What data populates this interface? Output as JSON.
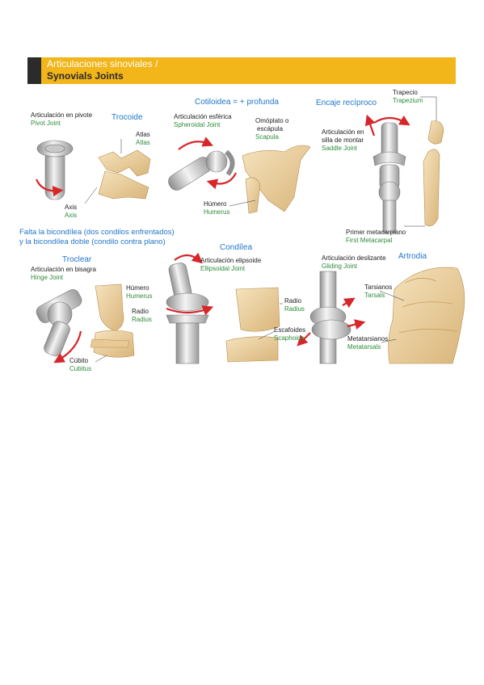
{
  "banner": {
    "title_es": "Articulaciones sinoviales /",
    "title_en": "Synovials Joints"
  },
  "joints": {
    "pivot": {
      "es": "Articulación en pivote",
      "en": "Pivot Joint"
    },
    "atlas": {
      "es": "Atlas",
      "en": "Atlas"
    },
    "axis": {
      "es": "Axis",
      "en": "Axis"
    },
    "spheroidal": {
      "es": "Articulación esférica",
      "en": "Spheroidal Joint"
    },
    "scapula": {
      "es1": "Omóplato o",
      "es2": "escápula",
      "en": "Scapula"
    },
    "humerus1": {
      "es": "Húmero",
      "en": "Humerus"
    },
    "saddle": {
      "es1": "Articulación en",
      "es2": "silla de montar",
      "en": "Saddle Joint"
    },
    "trapezium": {
      "es": "Trapecio",
      "en": "Trapezium"
    },
    "metacarpal": {
      "es": "Primer metacarpiano",
      "en": "First Metacarpal"
    },
    "hinge": {
      "es": "Articulación en bisagra",
      "en": "Hinge Joint"
    },
    "humerus2": {
      "es": "Húmero",
      "en": "Humerus"
    },
    "radius1": {
      "es": "Radio",
      "en": "Radius"
    },
    "ulna": {
      "es": "Cúbito",
      "en": "Cubitus"
    },
    "ellipsoidal": {
      "es": "Articulación elipsoide",
      "en": "Ellipsoidal Joint"
    },
    "radius2": {
      "es": "Radio",
      "en": "Radius"
    },
    "scaphoids": {
      "es": "Escafoides",
      "en": "Scaphoids"
    },
    "gliding": {
      "es": "Articulación deslizante",
      "en": "Gliding Joint"
    },
    "tarsals": {
      "es": "Tarsianos",
      "en": "Tarsals"
    },
    "metatarsals": {
      "es": "Metatarsianos",
      "en": "Metatarsals"
    }
  },
  "annotations": {
    "trocoide": "Trocoide",
    "cotiloidea": "Cotiloidea = + profunda",
    "encaje": "Encaje recíproco",
    "falta1": "Falta la bicondílea (dos condilos enfrentados)",
    "falta2": "y la bicondílea doble (condilo contra plano)",
    "condilea": "Condílea",
    "troclear": "Troclear",
    "artrodia": "Artrodia"
  },
  "colors": {
    "banner": "#f2b51a",
    "annotation_blue": "#2176c9",
    "english_green": "#2e8b3a",
    "bone": "#ecd3a6",
    "arrow": "#d6262a"
  }
}
